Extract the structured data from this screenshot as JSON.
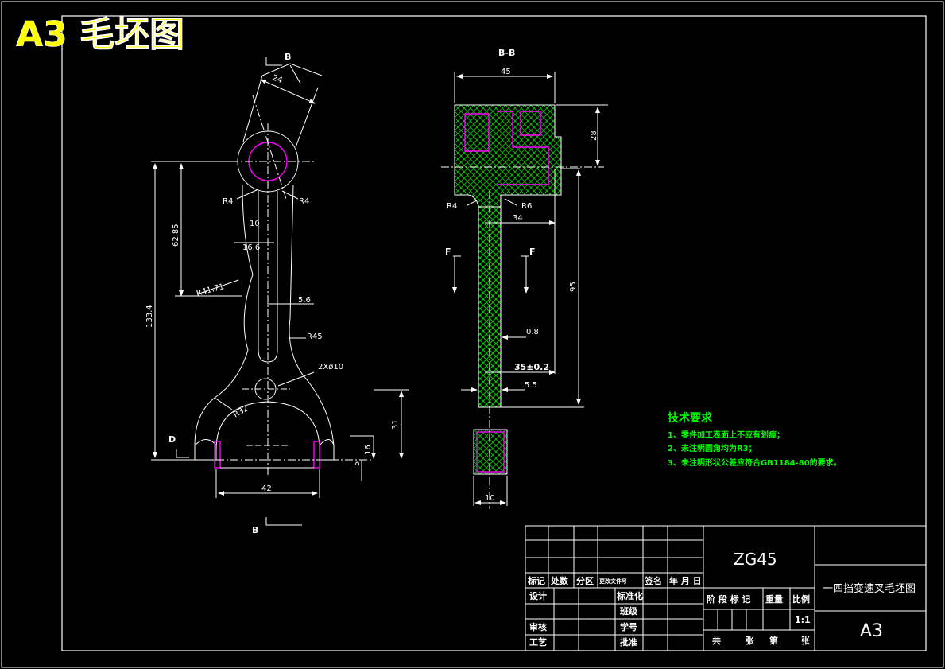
{
  "sheet_title": "A3 毛坯图",
  "front_view": {
    "section_marker_top": "B",
    "section_marker_bottom": "B",
    "view_marker_d": "D",
    "dim_24": "24",
    "dim_r4_left": "R4",
    "dim_r4_right": "R4",
    "dim_10": "10",
    "dim_62_85": "62.85",
    "dim_16_6": "16.6",
    "dim_r41_71": "R41.71",
    "dim_5_6": "5.6",
    "dim_133_4": "133.4",
    "dim_r45": "R45",
    "dim_2x10": "2Xø10",
    "dim_r32": "R32",
    "dim_31": "31",
    "dim_16": "16",
    "dim_5": "5",
    "dim_42": "42"
  },
  "section_view": {
    "title": "B-B",
    "dim_45": "45",
    "dim_28": "28",
    "dim_r4": "R4",
    "dim_r6": "R6",
    "dim_34": "34",
    "marker_f_left": "F",
    "marker_f_right": "F",
    "dim_95": "95",
    "dim_0_8": "0.8",
    "dim_35": "35±0.2",
    "dim_5_5": "5.5",
    "dim_10": "10"
  },
  "tech_requirements": {
    "title": "技术要求",
    "items": [
      "1、零件加工表面上不应有划痕；",
      "2、未注明圆角均为R3；",
      "3、未注明形状公差应符合GB1184-80的要求。"
    ]
  },
  "title_block": {
    "material": "ZG45",
    "part_name": "一四挡变速叉毛坯图",
    "sheet_size": "A3",
    "rev_headers": [
      "标记",
      "处数",
      "分区",
      "更改文件号",
      "签名",
      "年 月 日"
    ],
    "design": "设计",
    "standard": "标准化",
    "class": "班级",
    "review": "审核",
    "student_no": "学号",
    "process": "工艺",
    "approve": "批准",
    "stage_header": "阶 段 标 记",
    "weight_header": "重量",
    "scale_header": "比例",
    "scale_value": "1:1",
    "sheets_total": "共",
    "sheets_unit1": "张",
    "sheet_no": "第",
    "sheets_unit2": "张"
  },
  "colors": {
    "background": "#000000",
    "line": "#ffffff",
    "title_yellow": "#ffff00",
    "hatch_green": "#00c800",
    "magenta": "#ff00ff",
    "note_green": "#00ff00"
  }
}
